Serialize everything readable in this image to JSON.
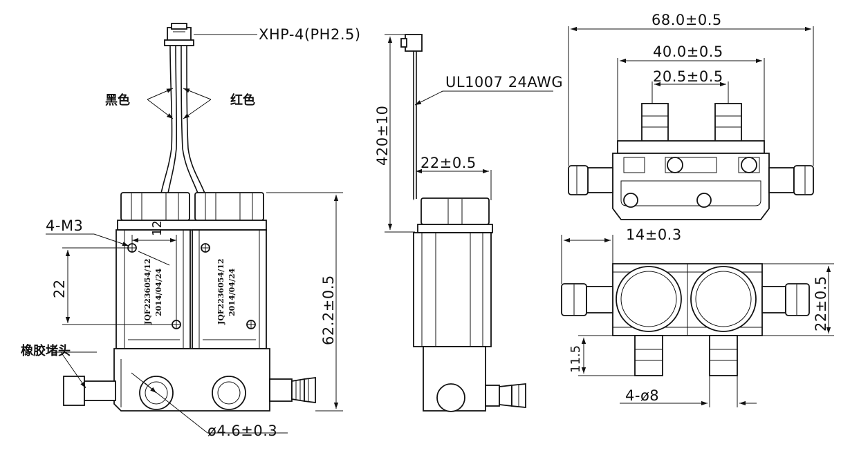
{
  "labels": {
    "connector": "XHP-4(PH2.5)",
    "black_wire": "黑色",
    "red_wire": "红色",
    "mount_holes": "4-M3",
    "hole_spacing_h": "12",
    "hole_spacing_v": "22",
    "height_total": "62.2±0.5",
    "rubber_plug": "橡胶堵头",
    "port_diameter": "ø4.6±0.3",
    "wire_spec": "UL1007 24AWG",
    "wire_length": "420±10",
    "side_width": "22±0.5",
    "top_overall": "68.0±0.5",
    "top_mid": "40.0±0.5",
    "top_inner": "20.5±0.5",
    "bottom_left_offset": "14±0.3",
    "bottom_height": "22±0.5",
    "bottom_port_height": "11.5",
    "bottom_port_dia": "4-ø8"
  },
  "stamps": {
    "left_line1": "JQF2236054/12",
    "left_line2": "2014/04/24",
    "right_line1": "JQF2236054/12",
    "right_line2": "2014/04/24"
  }
}
